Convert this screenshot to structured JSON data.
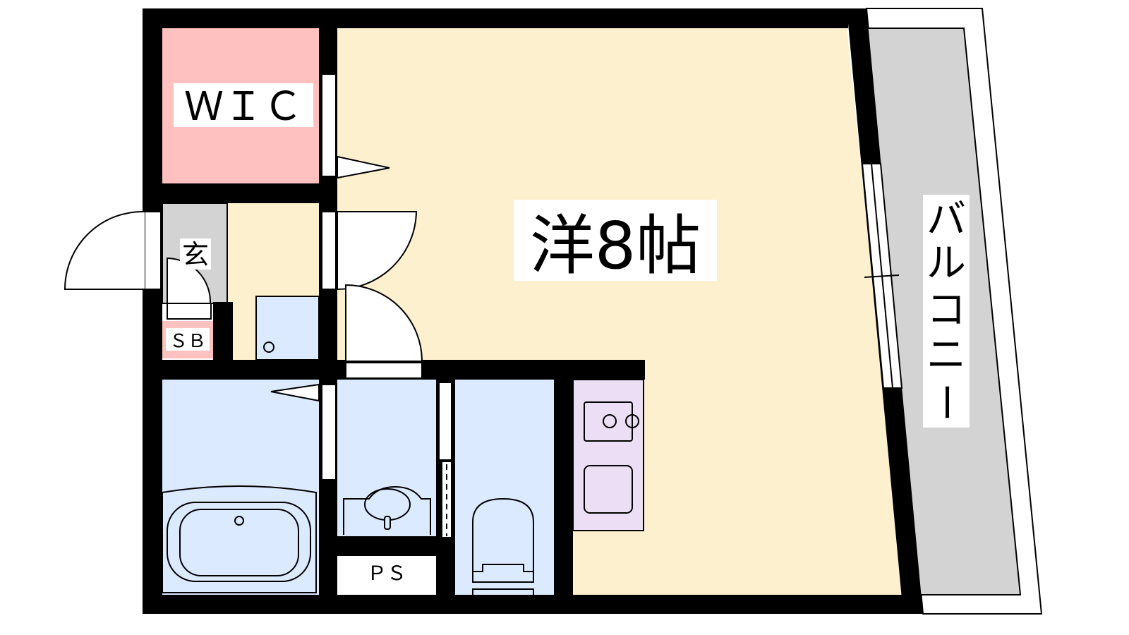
{
  "plan": {
    "rooms": {
      "main": "洋8帖",
      "wic": "ＷＩＣ",
      "entrance": "玄",
      "shoebox": "ＳＢ",
      "pipe_space": "ＰＳ",
      "balcony": [
        "バ",
        "ル",
        "コ",
        "ニ",
        "ー"
      ]
    },
    "colors": {
      "wall": "#000000",
      "main_room": "#fdf0cf",
      "wic": "#ffc0c0",
      "wet_area": "#dbeafe",
      "kitchen": "#ecdff5",
      "entrance": "#d3d3d3",
      "balcony": "#d3d3d3"
    }
  }
}
